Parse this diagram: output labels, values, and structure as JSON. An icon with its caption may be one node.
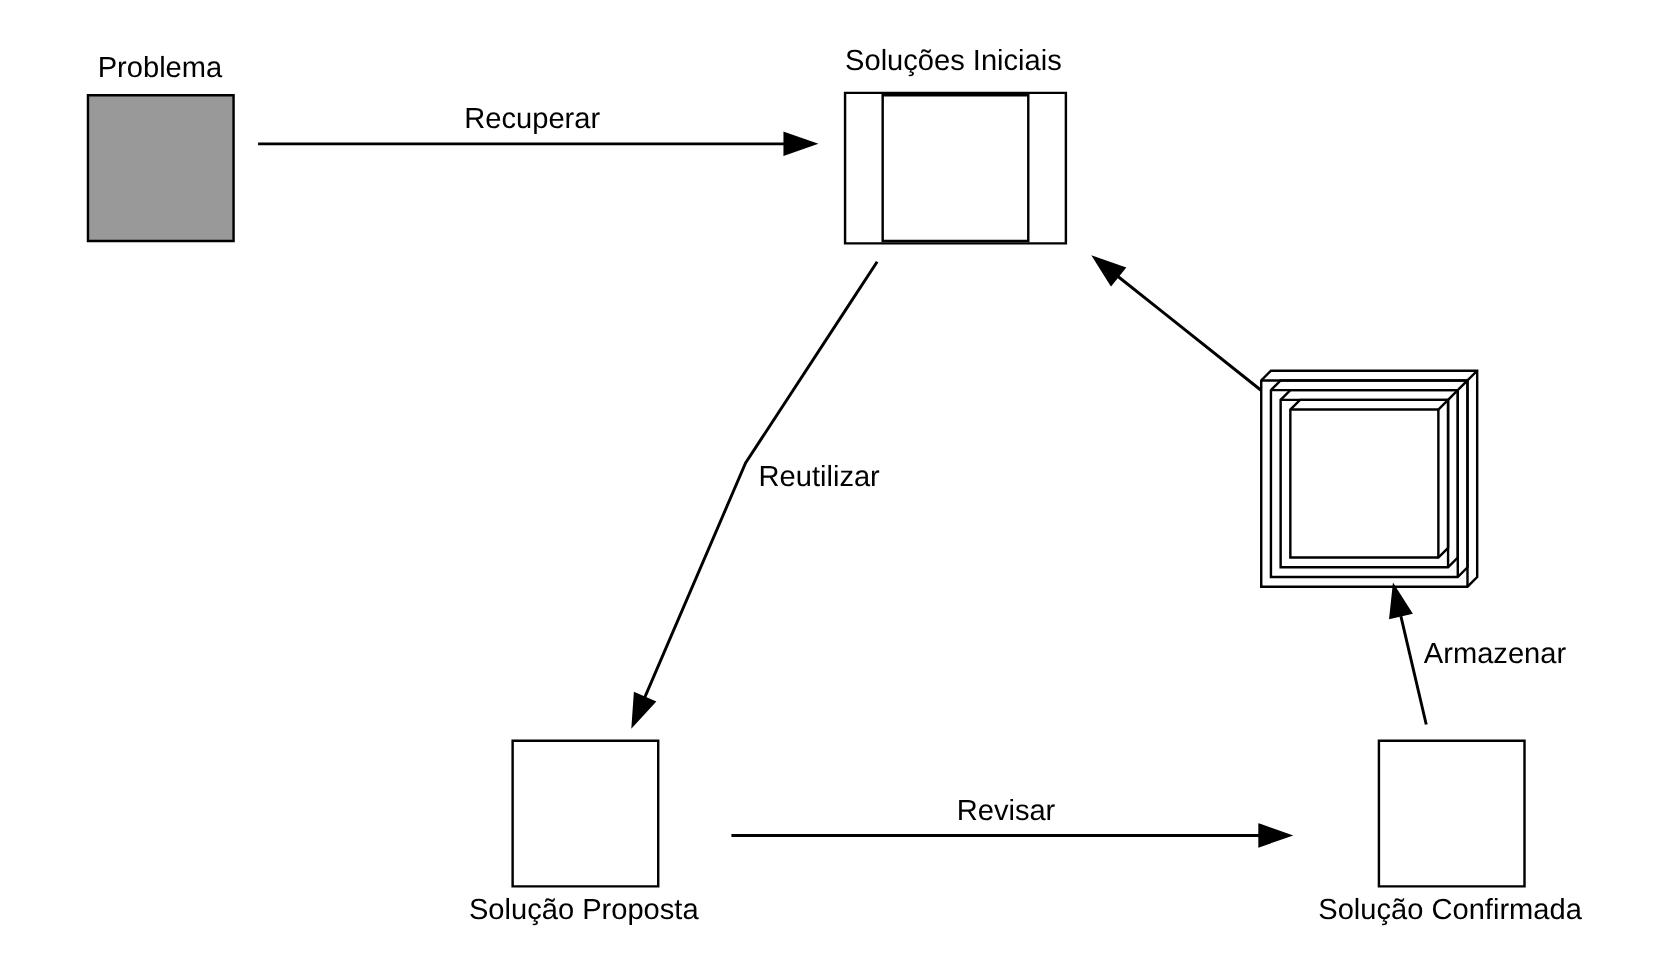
{
  "diagram": {
    "nodes": [
      {
        "text": [
          "Problema"
        ]
      },
      {
        "text": [
          "Soluções Iniciais"
        ]
      },
      {
        "text": [],
        "shape": "box"
      },
      {
        "text": [
          "Solução Proposta"
        ]
      },
      {
        "text": [
          "Solução Confirmada"
        ]
      }
    ],
    "edges": [
      {
        "from": 0,
        "to": 1,
        "arrow": "to",
        "label": "Recuperar"
      },
      {
        "from": 2,
        "to": 1,
        "arrow": "to"
      },
      {
        "from": 1,
        "to": 3,
        "arrow": "to",
        "label": "Reutilizar"
      },
      {
        "from": 3,
        "to": 4,
        "arrow": "to",
        "label": "Revisar"
      },
      {
        "from": 4,
        "to": 2,
        "arrow": "to",
        "label": "Armazenar"
      }
    ]
  }
}
